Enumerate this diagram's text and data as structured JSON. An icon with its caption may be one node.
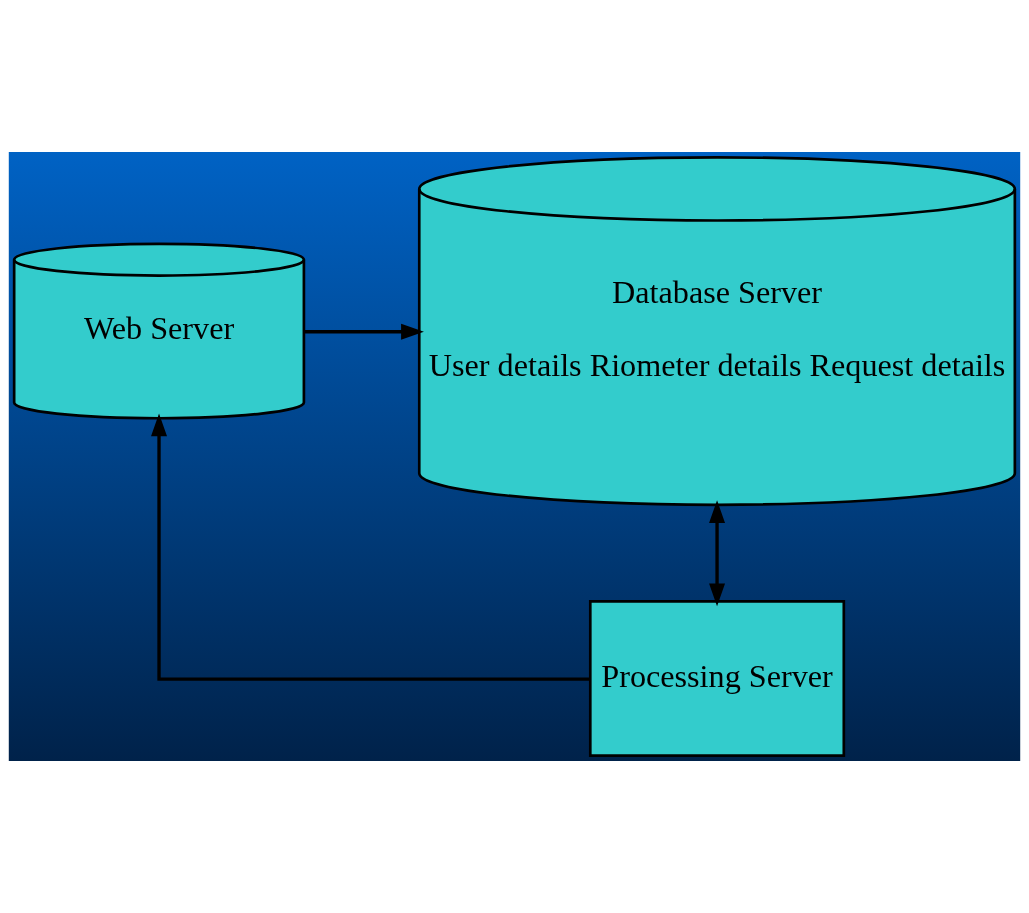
{
  "diagram": {
    "nodes": [
      {
        "text": [
          "Web Server"
        ]
      },
      {
        "text": [
          "Database Server",
          "User details Riometer details Request details"
        ]
      },
      {
        "text": [
          "Processing Server"
        ]
      }
    ],
    "edges": [
      {
        "from": 0,
        "to": 1,
        "arrow": "to"
      },
      {
        "from": 1,
        "to": 2,
        "arrow": "both"
      },
      {
        "from": 2,
        "to": 0,
        "arrow": "to"
      }
    ]
  }
}
